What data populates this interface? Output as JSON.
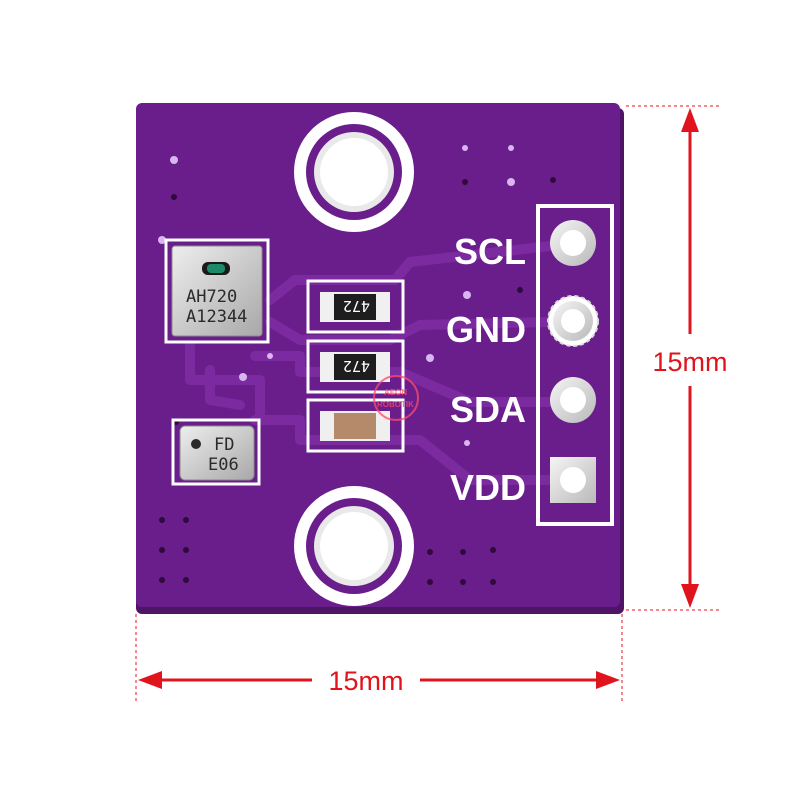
{
  "board": {
    "pcb_color": "#6a1e8c",
    "silkscreen_color": "#ffffff",
    "pins": [
      {
        "label": "SCL"
      },
      {
        "label": "GND"
      },
      {
        "label": "SDA"
      },
      {
        "label": "VDD"
      }
    ],
    "sensor_chip": {
      "line1": "AH720",
      "line2": "A12344"
    },
    "small_chip": {
      "line1": "FD",
      "line2": "E06"
    },
    "resistors": [
      {
        "marking": "472"
      },
      {
        "marking": "472"
      }
    ]
  },
  "dimensions": {
    "width_label": "15mm",
    "height_label": "15mm",
    "color": "#e0141c"
  },
  "watermark": {
    "line1": "AEON",
    "line2": "ROBOTIK"
  }
}
